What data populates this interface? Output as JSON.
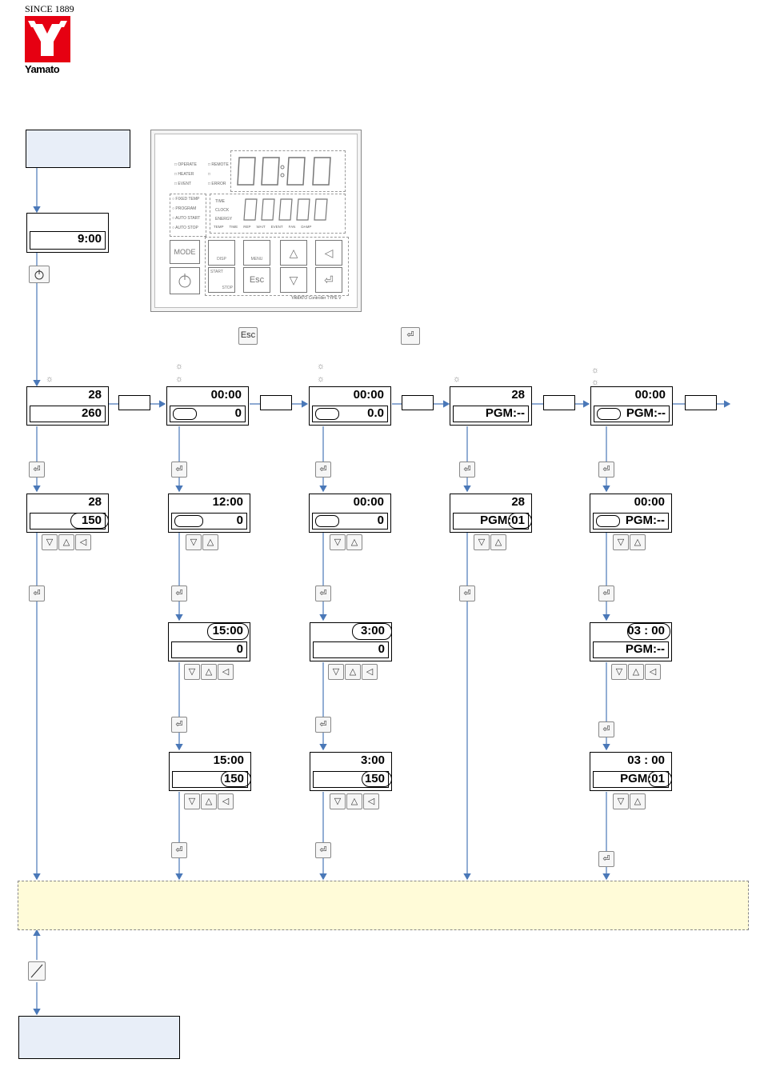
{
  "logo": {
    "since": "SINCE 1889",
    "brand": "Yamato"
  },
  "panel": {
    "leds_left": [
      "OPERATE",
      "HEATER",
      "EVENT"
    ],
    "leds_right": [
      "REMOTE",
      "",
      "ERROR"
    ],
    "modes": [
      "FIXED TEMP",
      "PROGRAM",
      "AUTO START",
      "AUTO STOP"
    ],
    "sub_labels": [
      "TIME",
      "CLOCK",
      "ENERGY"
    ],
    "bottom_labels": [
      "TEMP",
      "TIME",
      "REP",
      "WAIT",
      "EVENT",
      "FAN",
      "DAMP"
    ],
    "keys": {
      "mode": "MODE",
      "disp": "DISP",
      "menu": "MENU",
      "start": "START",
      "stop": "STOP",
      "esc": "Esc"
    },
    "caption": "YAMATO Controller TYPE V"
  },
  "legend": {
    "esc": "Esc",
    "enter": "⏎"
  },
  "start_display": {
    "bottom": "9:00"
  },
  "columns": [
    {
      "main": {
        "top": "28",
        "bottom": "260"
      },
      "steps": [
        {
          "top": "28",
          "bottom": "150"
        }
      ]
    },
    {
      "main": {
        "top": "00:00",
        "bottom": "0"
      },
      "steps": [
        {
          "top": "12:00",
          "bottom": "0"
        },
        {
          "top": "15:00",
          "bottom": "0"
        },
        {
          "top": "15:00",
          "bottom": "150"
        }
      ]
    },
    {
      "main": {
        "top": "00:00",
        "bottom": "0.0"
      },
      "steps": [
        {
          "top": "00:00",
          "bottom": "0"
        },
        {
          "top": "3:00",
          "bottom": "0"
        },
        {
          "top": "3:00",
          "bottom": "150"
        }
      ]
    },
    {
      "main": {
        "top": "28",
        "bottom": "PGM:--"
      },
      "steps": [
        {
          "top": "28",
          "bottom": "PGM:01"
        }
      ]
    },
    {
      "main": {
        "top": "00:00",
        "bottom": "PGM:--"
      },
      "steps": [
        {
          "top": "00:00",
          "bottom": "PGM:--"
        },
        {
          "top": "03 : 00",
          "bottom": "PGM:--"
        },
        {
          "top": "03 : 00",
          "bottom": "PGM:01"
        }
      ]
    }
  ],
  "icons": {
    "power": "power-icon",
    "enter": "enter-key-icon",
    "down": "down-arrow-icon",
    "up": "up-arrow-icon",
    "left": "left-arrow-icon",
    "startstop": "start-stop-icon"
  },
  "colors": {
    "arrow": "#4a78b8",
    "pale_box": "#e8eef8",
    "footer_box": "#fffbd8",
    "logo_red": "#e60012"
  }
}
